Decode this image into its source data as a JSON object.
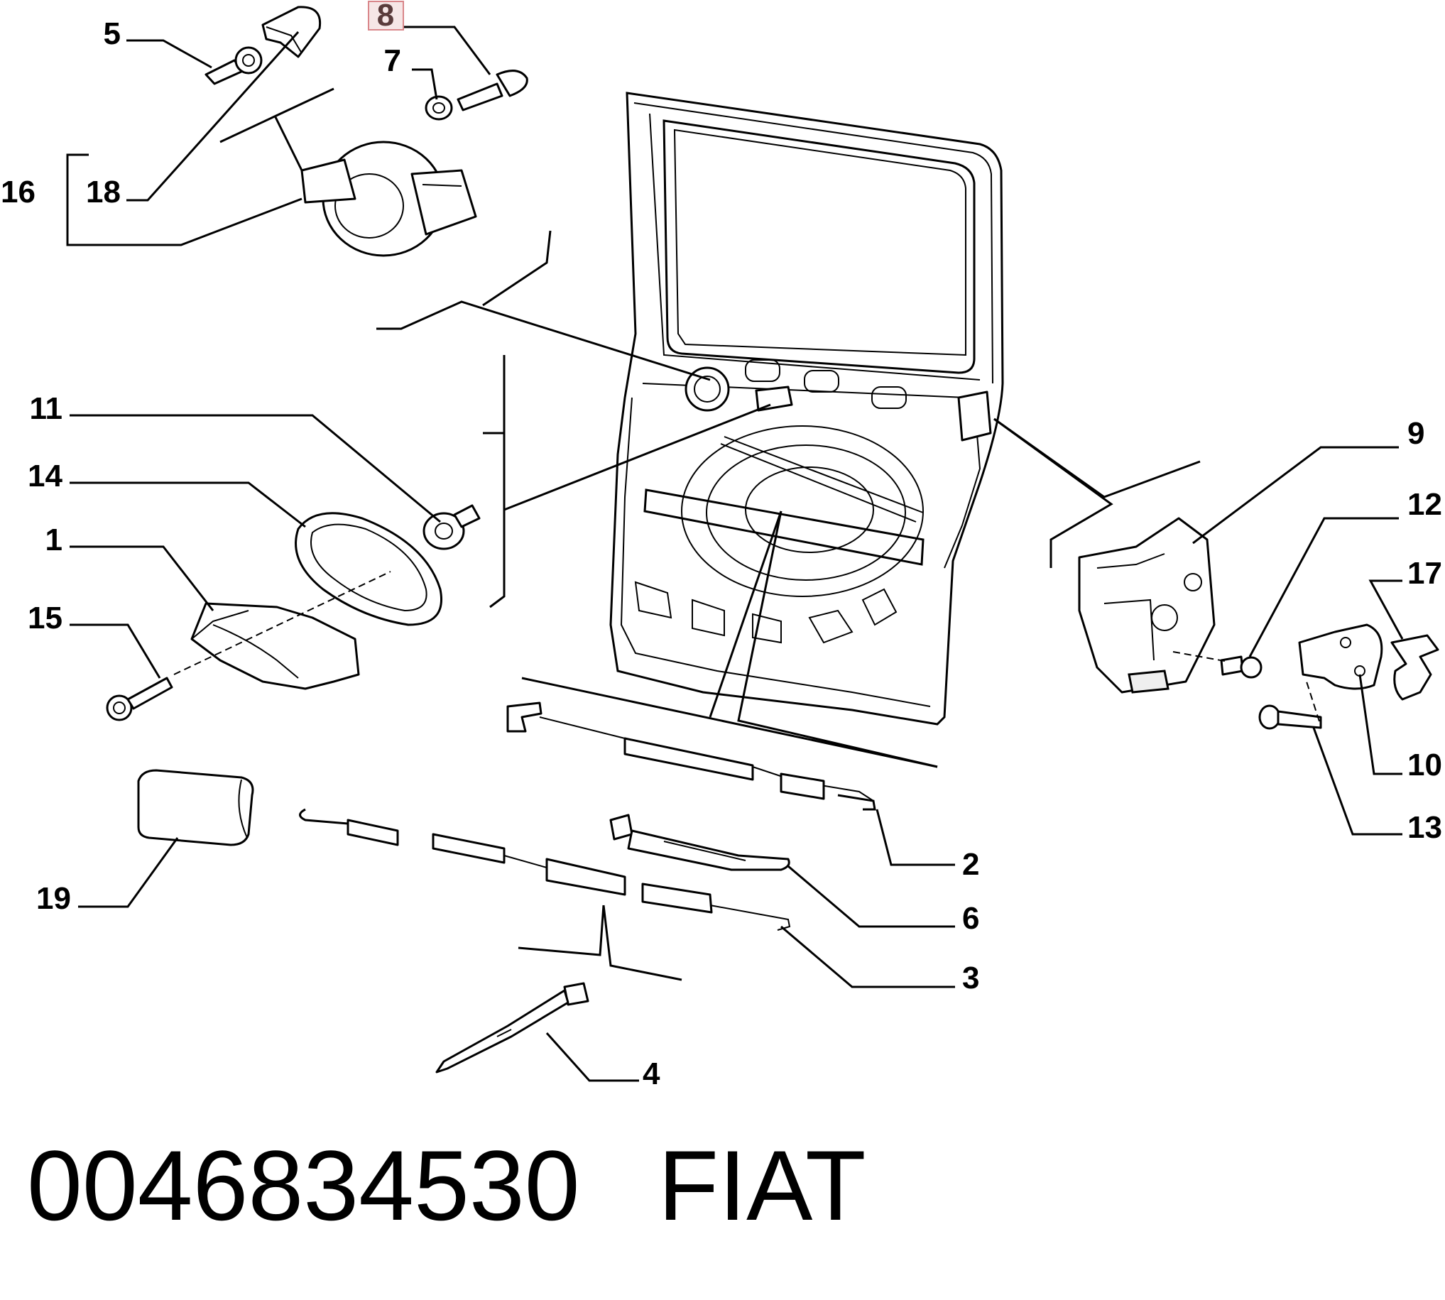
{
  "diagram": {
    "callouts": {
      "c1": "1",
      "c2": "2",
      "c3": "3",
      "c4": "4",
      "c5": "5",
      "c6": "6",
      "c7": "7",
      "c8": "8",
      "c9": "9",
      "c10": "10",
      "c11": "11",
      "c12": "12",
      "c13": "13",
      "c14": "14",
      "c15": "15",
      "c16": "16",
      "c17": "17",
      "c18": "18",
      "c19": "19"
    },
    "highlighted_callout": "8",
    "highlight_color": "#d9868a"
  },
  "footer": {
    "part_number": "0046834530",
    "brand": "FIAT"
  }
}
